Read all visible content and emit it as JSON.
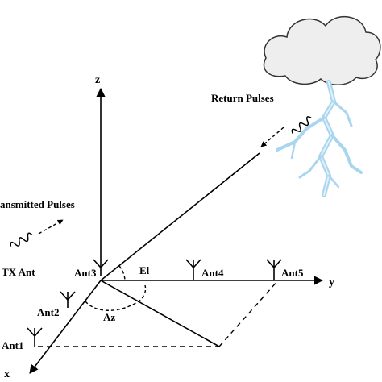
{
  "axes": {
    "x": "x",
    "y": "y",
    "z": "z"
  },
  "angles": {
    "elevation": "El",
    "azimuth": "Az"
  },
  "antennas": [
    "Ant1",
    "Ant2",
    "Ant3",
    "Ant4",
    "Ant5"
  ],
  "tx_antenna": "TX Ant",
  "transmitted_label": "ansmitted Pulses",
  "return_label": "Return Pulses",
  "colors": {
    "line": "#000000",
    "cloud_fill": "#eeeeee",
    "cloud_stroke": "#333333",
    "lightning": "#a9d6ee"
  }
}
